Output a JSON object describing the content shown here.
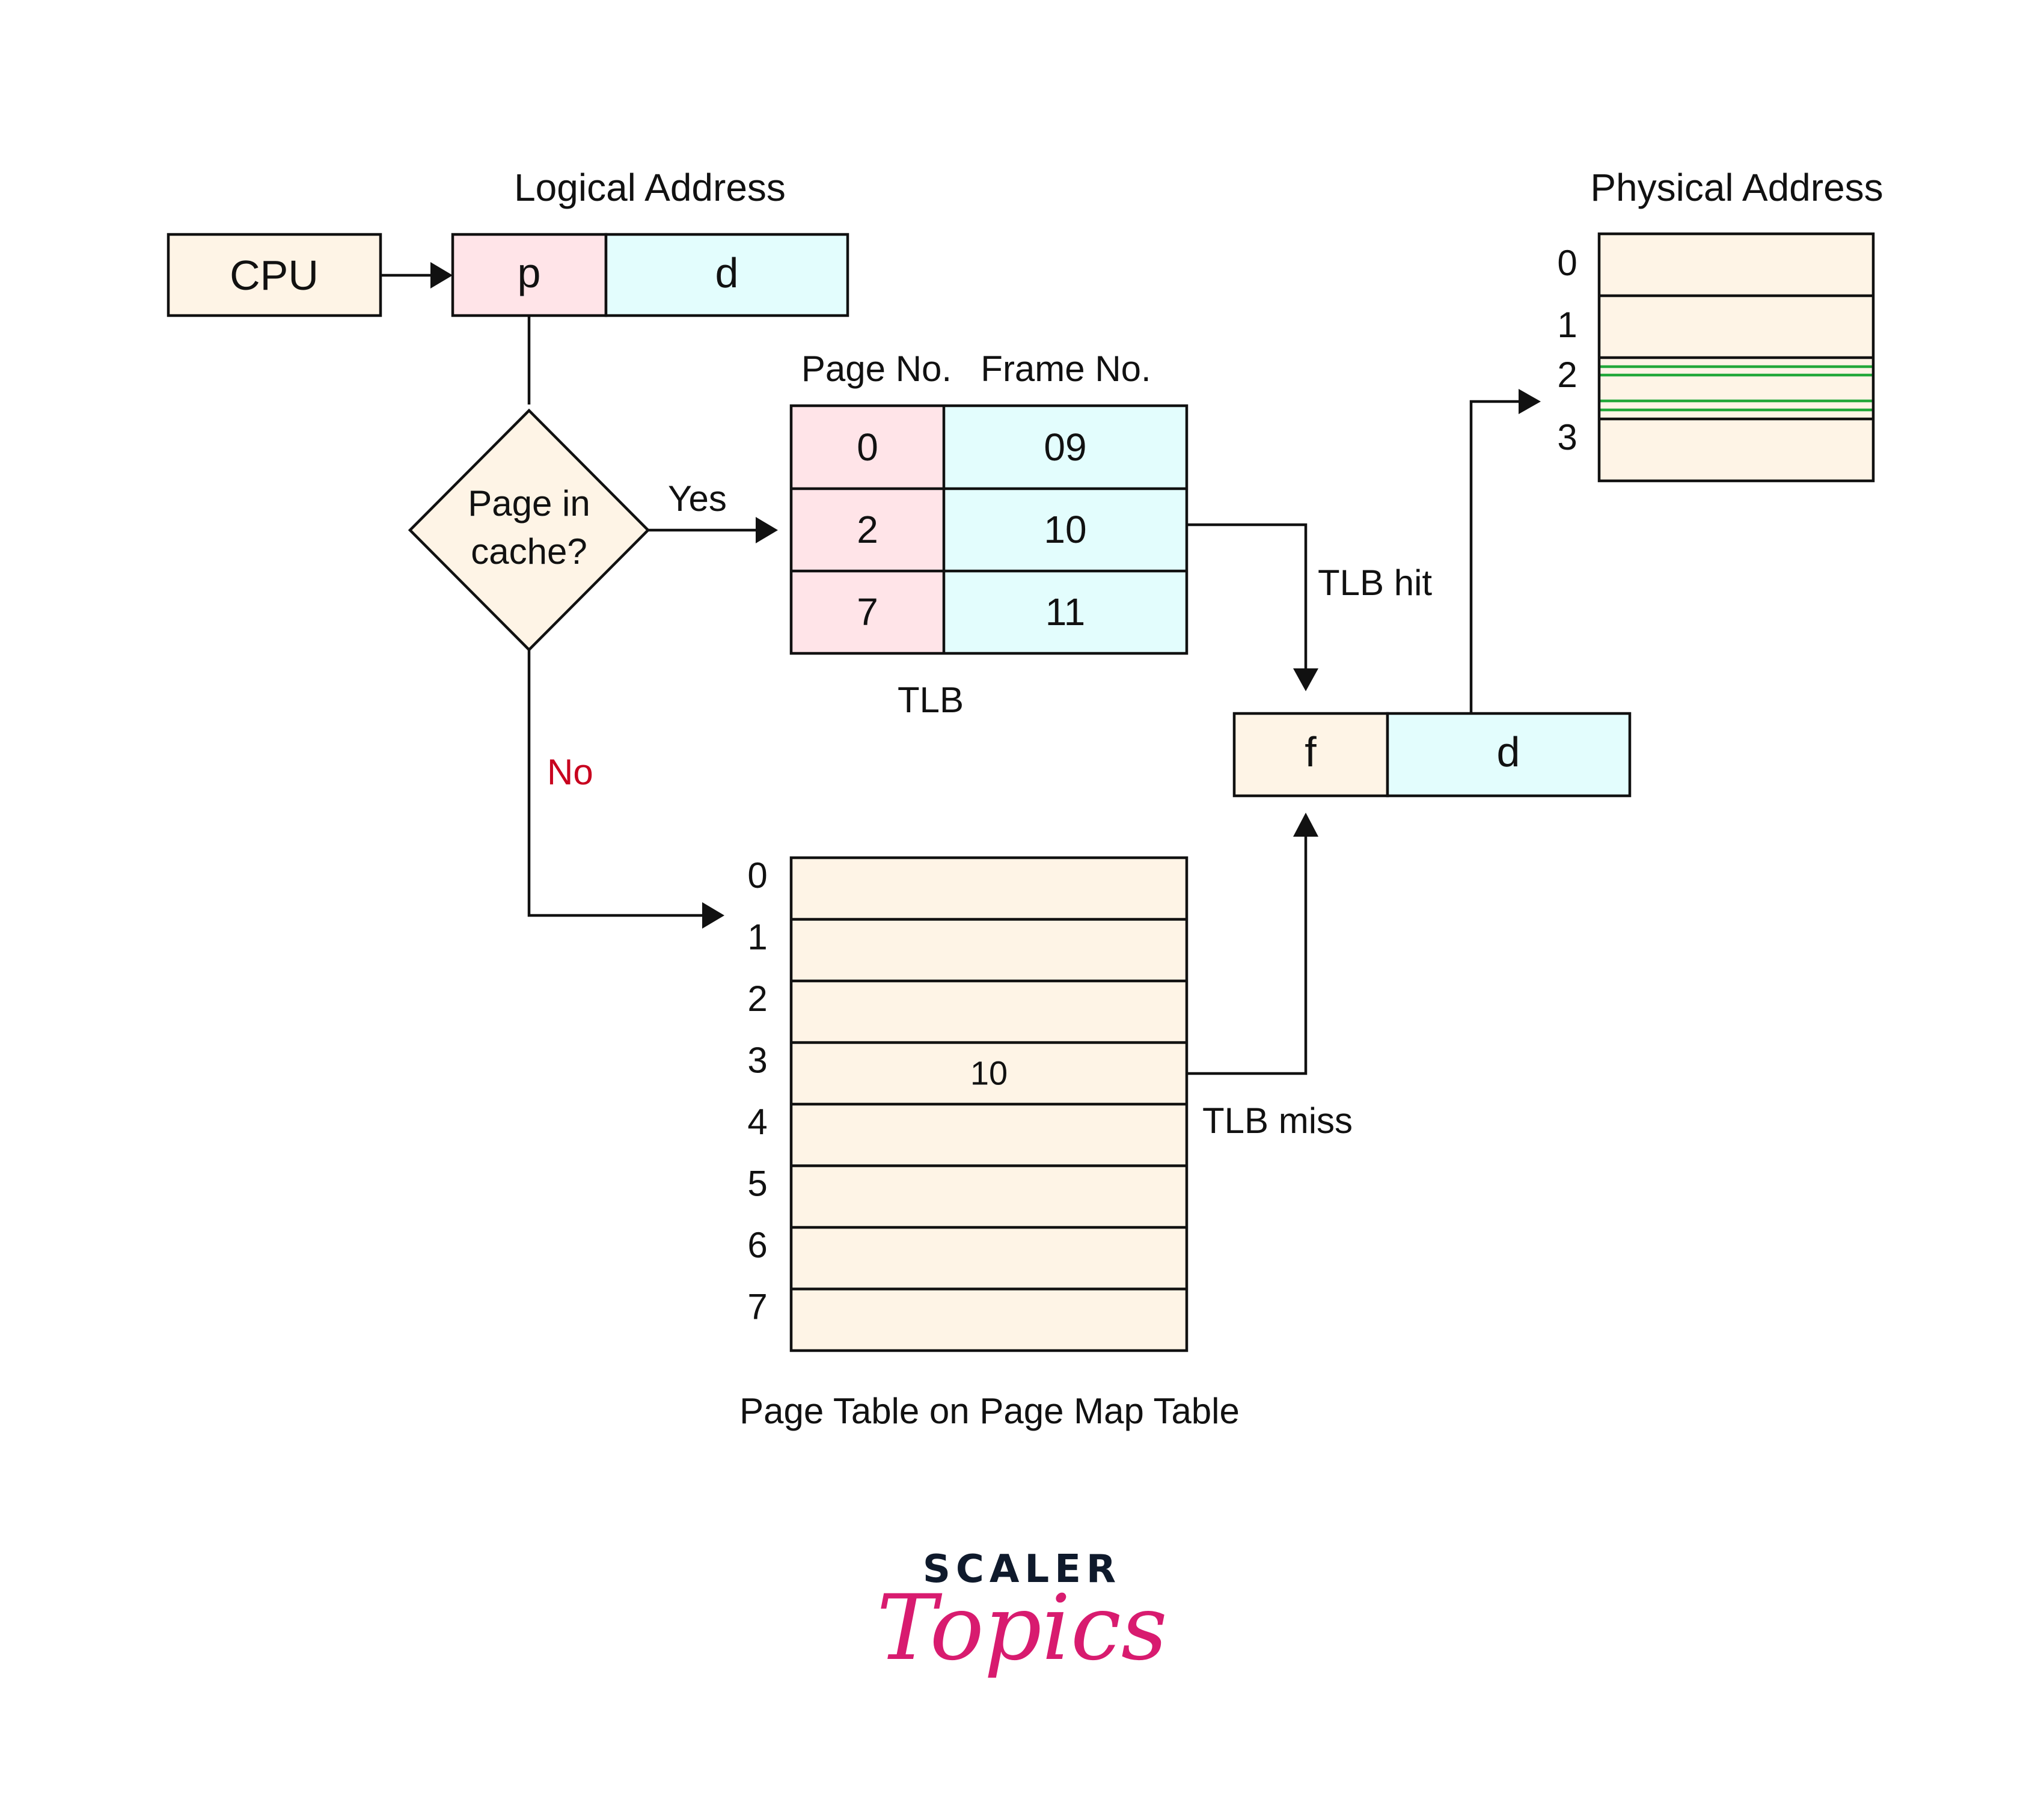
{
  "logical_address": {
    "title": "Logical Address",
    "cpu_label": "CPU",
    "page_field": "p",
    "offset_field": "d"
  },
  "decision": {
    "line1": "Page in",
    "line2": "cache?",
    "yes_label": "Yes",
    "no_label": "No"
  },
  "tlb": {
    "caption": "TLB",
    "headers": {
      "page": "Page No.",
      "frame": "Frame No."
    },
    "rows": [
      {
        "page": "0",
        "frame": "09"
      },
      {
        "page": "2",
        "frame": "10"
      },
      {
        "page": "7",
        "frame": "11"
      }
    ],
    "hit_label": "TLB hit"
  },
  "physical_address_register": {
    "frame_field": "f",
    "offset_field": "d"
  },
  "page_table": {
    "caption": "Page Table on Page Map Table",
    "row_labels": [
      "0",
      "1",
      "2",
      "3",
      "4",
      "5",
      "6",
      "7"
    ],
    "entries": [
      "",
      "",
      "",
      "10",
      "",
      "",
      "",
      ""
    ],
    "miss_label": "TLB miss"
  },
  "physical_memory": {
    "title": "Physical Address",
    "frame_labels": [
      "0",
      "1",
      "2",
      "3"
    ],
    "highlighted_frame": "2"
  },
  "branding": {
    "line1": "SCALER",
    "line2": "Topics"
  },
  "colors": {
    "cream": "#FEF4E6",
    "pink": "#FFE4E8",
    "cyan": "#E3FDFD",
    "no_label": "#C8001E",
    "highlight_lines": "#22A83A",
    "brand_navy": "#0F1A2C",
    "brand_pink": "#D81B6F"
  }
}
